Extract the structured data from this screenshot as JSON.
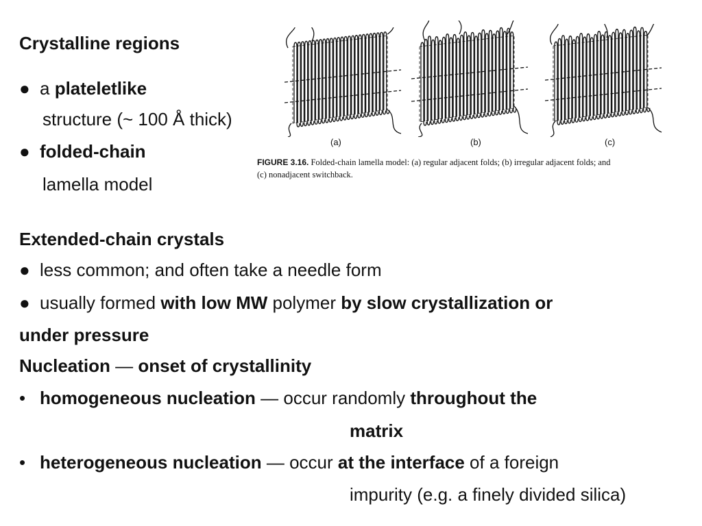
{
  "section1": {
    "heading": "Crystalline regions",
    "bullet1": {
      "pre": "a ",
      "bold": "plateletlike",
      "line2": "structure (~ 100 Å thick)"
    },
    "bullet2": {
      "bold": "folded-chain",
      "line2": "lamella model"
    }
  },
  "figure": {
    "labels": [
      "(a)",
      "(b)",
      "(c)"
    ],
    "caption_label": "FIGURE 3.16.",
    "caption_line1": "Folded-chain lamella model: (a) regular adjacent folds; (b) irregular adjacent folds; and",
    "caption_line2": "(c) nonadjacent switchback."
  },
  "section2": {
    "heading": "Extended-chain crystals",
    "bullet1": "less common; and often take a needle form",
    "bullet2": {
      "t1": "usually formed ",
      "b1": "with low MW",
      "t2": " polymer ",
      "b2": "by slow crystallization or",
      "b3": "under pressure"
    }
  },
  "section3": {
    "heading_bold1": "Nucleation",
    "heading_dash": " — ",
    "heading_bold2": "onset of crystallinity",
    "item1": {
      "b1": "homogeneous nucleation",
      "dash": " — ",
      "t1": "occur randomly ",
      "b2": "throughout the",
      "b3": "matrix"
    },
    "item2": {
      "b1": "heterogeneous nucleation",
      "dash": " — ",
      "t1": "occur ",
      "b2": "at the interface",
      "t2": " of a foreign",
      "t3": "impurity (e.g. a finely divided silica)"
    }
  }
}
